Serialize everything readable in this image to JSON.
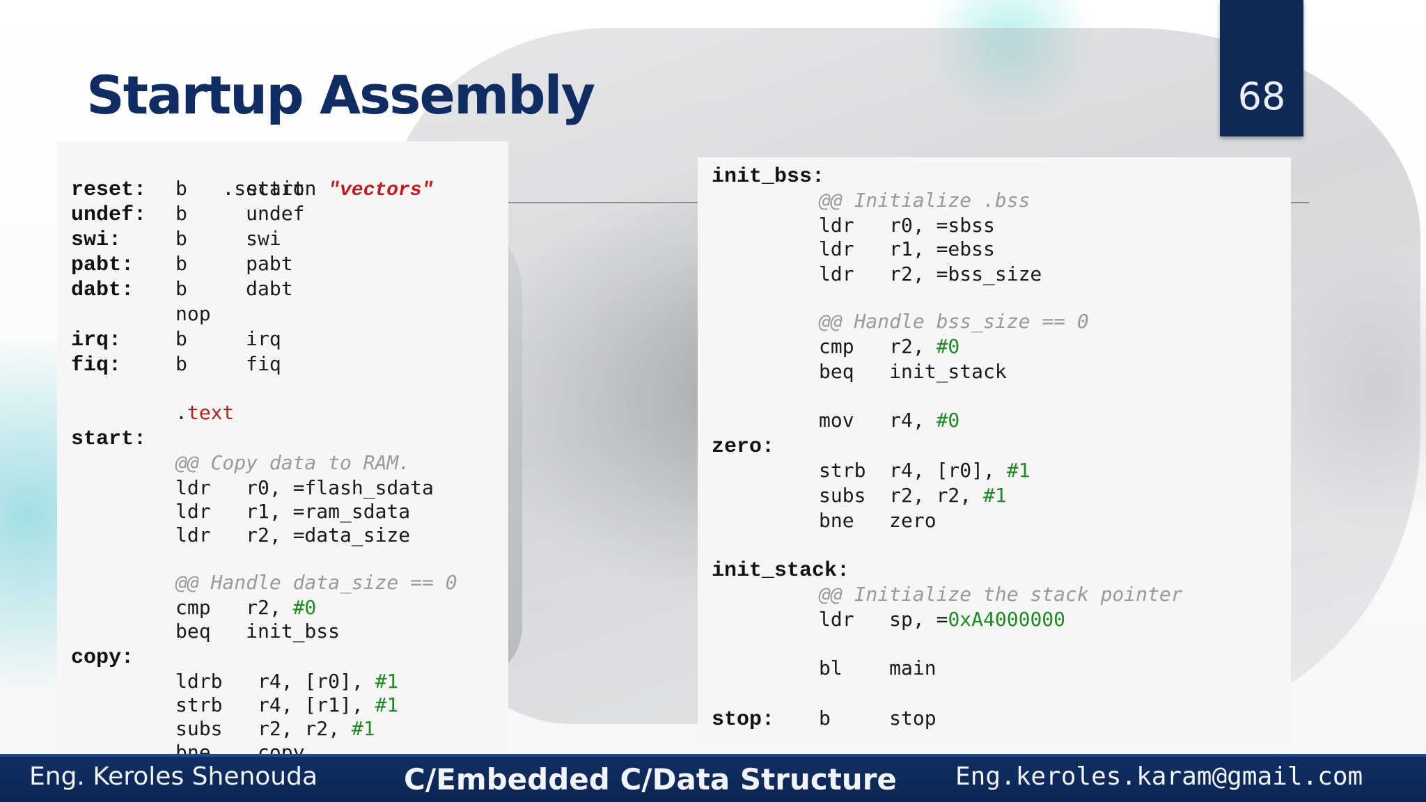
{
  "slide": {
    "title": "Startup Assembly",
    "page_number": "68"
  },
  "left_code": {
    "lines": [
      [
        "",
        "        ",
        ".section ",
        "vectors"
      ],
      [
        "reset:",
        "  ",
        "b     start",
        ""
      ],
      [
        "undef:",
        "  ",
        "b     undef",
        ""
      ],
      [
        "swi:",
        "    ",
        "b     swi",
        ""
      ],
      [
        "pabt:",
        "   ",
        "b     pabt",
        ""
      ],
      [
        "dabt:",
        "   ",
        "b     dabt",
        ""
      ],
      [
        "",
        "        ",
        "nop",
        ""
      ],
      [
        "irq:",
        "    ",
        "b     irq",
        ""
      ],
      [
        "fiq:",
        "    ",
        "b     fiq",
        ""
      ]
    ],
    "section_directive": ".section ",
    "section_name": "\"vectors\"",
    "text_directive_dot": ".",
    "text_directive": "text",
    "labels": {
      "reset": "reset:",
      "undef": "undef:",
      "swi": "swi:",
      "pabt": "pabt:",
      "dabt": "dabt:",
      "irq": "irq:",
      "fiq": "fiq:",
      "start": "start:",
      "copy": "copy:"
    },
    "instr": {
      "reset": "b     start",
      "undef": "b     undef",
      "swi": "b     swi",
      "pabt": "b     pabt",
      "dabt": "b     dabt",
      "nop": "nop",
      "irq": "b     irq",
      "fiq": "b     fiq",
      "comment_copy": "@@ Copy data to RAM.",
      "ldr0": "ldr   r0, =flash_sdata",
      "ldr1": "ldr   r1, =ram_sdata",
      "ldr2": "ldr   r2, =data_size",
      "comment_handle": "@@ Handle data_size == 0",
      "cmp": "cmp   r2, ",
      "cmp_imm": "#0",
      "beq": "beq   init_bss",
      "ldrb": "ldrb   r4, [r0], ",
      "ldrb_imm": "#1",
      "strb": "strb   r4, [r1], ",
      "strb_imm": "#1",
      "subs": "subs   r2, r2, ",
      "subs_imm": "#1",
      "bne": "bne    copy"
    }
  },
  "right_code": {
    "labels": {
      "init_bss": "init_bss:",
      "zero": "zero:",
      "init_stack": "init_stack:",
      "stop": "stop:"
    },
    "instr": {
      "comment_init": "@@ Initialize .bss",
      "ldr0": "ldr   r0, =sbss",
      "ldr1": "ldr   r1, =ebss",
      "ldr2": "ldr   r2, =bss_size",
      "comment_handle": "@@ Handle bss_size == 0",
      "cmp": "cmp   r2, ",
      "cmp_imm": "#0",
      "beq": "beq   init_stack",
      "mov": "mov   r4, ",
      "mov_imm": "#0",
      "strb": "strb  r4, [r0], ",
      "strb_imm": "#1",
      "subs": "subs  r2, r2, ",
      "subs_imm": "#1",
      "bne": "bne   zero",
      "comment_stack": "@@ Initialize the stack pointer",
      "ldr_sp": "ldr   sp, =",
      "ldr_sp_imm": "0xA4000000",
      "bl": "bl    main",
      "stop": "b     stop"
    }
  },
  "footer": {
    "author": "Eng. Keroles Shenouda",
    "course": "C/Embedded C/Data Structure",
    "email": "Eng.keroles.karam@gmail.com"
  },
  "colors": {
    "title": "#0f2d63",
    "footer_bg": "#0f2f63",
    "comment": "#9a9a9a",
    "immediate": "#1d8a24",
    "string": "#c8161d"
  }
}
